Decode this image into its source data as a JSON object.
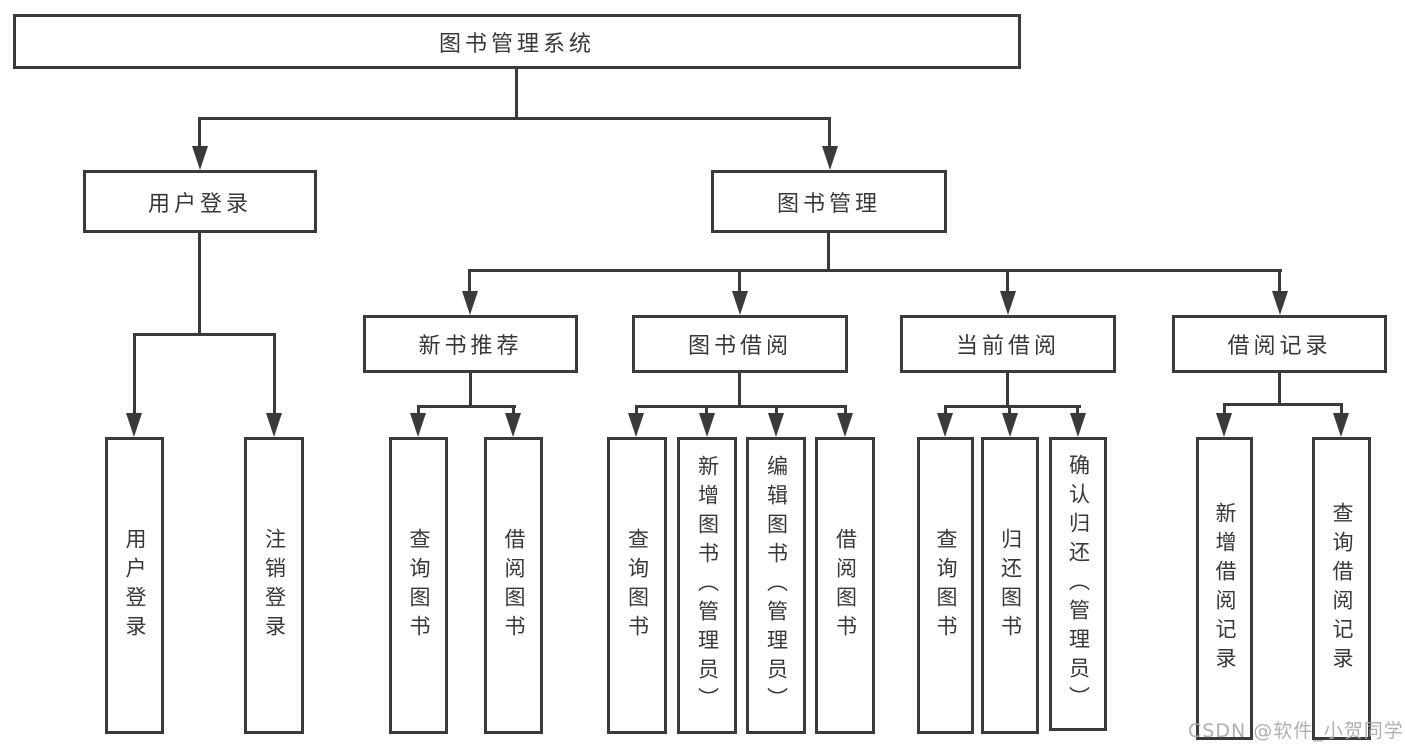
{
  "tree": {
    "label": "图书管理系统",
    "children": [
      {
        "label": "用户登录",
        "children": [
          {
            "label": "用户登录"
          },
          {
            "label": "注销登录"
          }
        ]
      },
      {
        "label": "图书管理",
        "children": [
          {
            "label": "新书推荐",
            "children": [
              {
                "label": "查询图书"
              },
              {
                "label": "借阅图书"
              }
            ]
          },
          {
            "label": "图书借阅",
            "children": [
              {
                "label": "查询图书"
              },
              {
                "label": "新增图书（管理员）"
              },
              {
                "label": "编辑图书（管理员）"
              },
              {
                "label": "借阅图书"
              }
            ]
          },
          {
            "label": "当前借阅",
            "children": [
              {
                "label": "查询图书"
              },
              {
                "label": "归还图书"
              },
              {
                "label": "确认归还（管理员）"
              }
            ]
          },
          {
            "label": "借阅记录",
            "children": [
              {
                "label": "新增借阅记录"
              },
              {
                "label": "查询借阅记录"
              }
            ]
          }
        ]
      }
    ]
  },
  "watermark": "CSDN @软件_小贺同学",
  "colors": {
    "line": "#3a3a3a",
    "box_border": "#3a3a3a",
    "box_fill": "#ffffff",
    "text": "#383838",
    "watermark": "#a8a8a8"
  }
}
